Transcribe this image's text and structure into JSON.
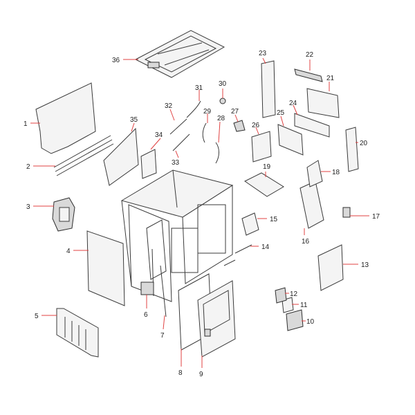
{
  "callouts": [
    {
      "id": 1,
      "text": "1"
    },
    {
      "id": 2,
      "text": "2"
    },
    {
      "id": 3,
      "text": "3"
    },
    {
      "id": 4,
      "text": "4"
    },
    {
      "id": 5,
      "text": "5"
    },
    {
      "id": 6,
      "text": "6"
    },
    {
      "id": 7,
      "text": "7"
    },
    {
      "id": 8,
      "text": "8"
    },
    {
      "id": 9,
      "text": "9"
    },
    {
      "id": 10,
      "text": "10"
    },
    {
      "id": 11,
      "text": "11"
    },
    {
      "id": 12,
      "text": "12"
    },
    {
      "id": 13,
      "text": "13"
    },
    {
      "id": 14,
      "text": "14"
    },
    {
      "id": 15,
      "text": "15"
    },
    {
      "id": 16,
      "text": "16"
    },
    {
      "id": 17,
      "text": "17"
    },
    {
      "id": 18,
      "text": "18"
    },
    {
      "id": 19,
      "text": "19"
    },
    {
      "id": 20,
      "text": "20"
    },
    {
      "id": 21,
      "text": "21"
    },
    {
      "id": 22,
      "text": "22"
    },
    {
      "id": 23,
      "text": "23"
    },
    {
      "id": 24,
      "text": "24"
    },
    {
      "id": 25,
      "text": "25"
    },
    {
      "id": 26,
      "text": "26"
    },
    {
      "id": 27,
      "text": "27"
    },
    {
      "id": 28,
      "text": "28"
    },
    {
      "id": 29,
      "text": "29"
    },
    {
      "id": 30,
      "text": "30"
    },
    {
      "id": 31,
      "text": "31"
    },
    {
      "id": 32,
      "text": "32"
    },
    {
      "id": 33,
      "text": "33"
    },
    {
      "id": 34,
      "text": "34"
    },
    {
      "id": 35,
      "text": "35"
    },
    {
      "id": 36,
      "text": "36"
    }
  ],
  "colors": {
    "leader": "#e04040",
    "outline": "#3a3a3a",
    "label": "#222222"
  }
}
